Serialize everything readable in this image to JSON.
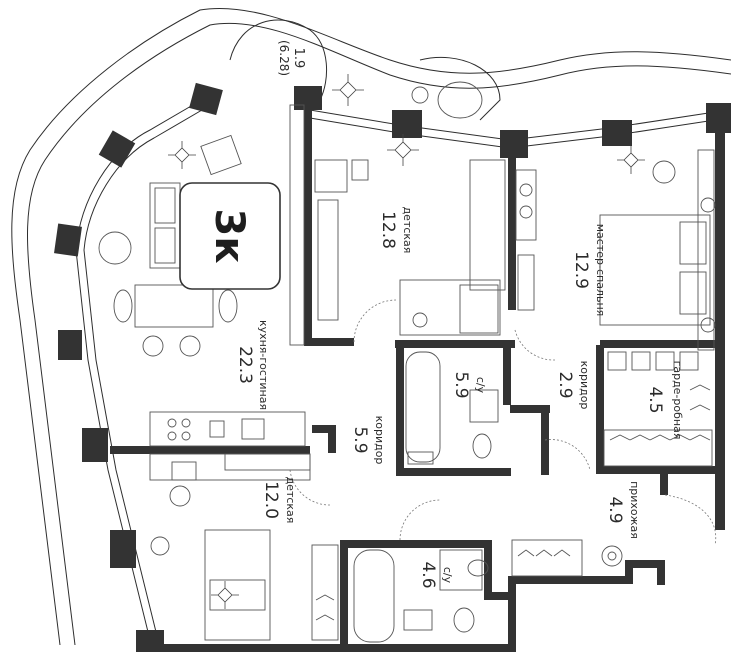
{
  "badge": {
    "label": "3к"
  },
  "balcony": {
    "area": "1.9",
    "area_alt": "(6.28)"
  },
  "rooms": [
    {
      "id": "kitchen-living",
      "name": "кухня-гостиная",
      "area": "22.3"
    },
    {
      "id": "kids-room-top",
      "name": "детская",
      "area": "12.8"
    },
    {
      "id": "master-bedroom",
      "name": "мастер-спальня",
      "area": "12.9"
    },
    {
      "id": "bathroom-top",
      "name": "с/у",
      "area": "5.9"
    },
    {
      "id": "corridor-right",
      "name": "коридор",
      "area": "2.9"
    },
    {
      "id": "wardrobe",
      "name": "гарде-робная",
      "area": "4.5"
    },
    {
      "id": "corridor-center",
      "name": "коридор",
      "area": "5.9"
    },
    {
      "id": "kids-room-bottom",
      "name": "детская",
      "area": "12.0"
    },
    {
      "id": "bathroom-bottom",
      "name": "с/у",
      "area": "4.6"
    },
    {
      "id": "hallway",
      "name": "прихожая",
      "area": "4.9"
    }
  ]
}
